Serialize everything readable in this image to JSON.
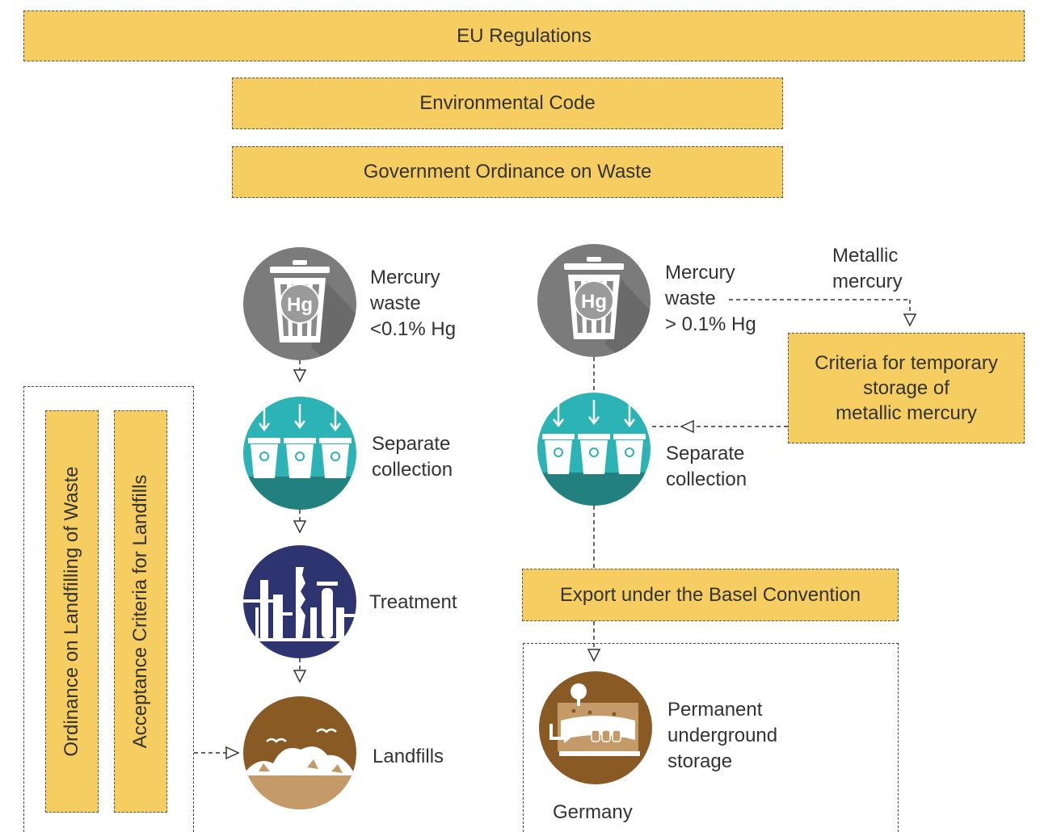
{
  "boxes": {
    "eu_regulations": "EU Regulations",
    "environmental_code": "Environmental Code",
    "government_ordinance": "Government Ordinance on Waste",
    "criteria_temporary_storage": "Criteria for temporary\nstorage of\nmetallic mercury",
    "export_basel": "Export under the Basel Convention",
    "ordinance_landfilling": "Ordinance on Landfilling of Waste",
    "acceptance_criteria": "Acceptance Criteria for Landfills"
  },
  "left_flow": {
    "waste_label": "Mercury\nwaste\n<0.1% Hg",
    "collection_label": "Separate\ncollection",
    "treatment_label": "Treatment",
    "landfills_label": "Landfills"
  },
  "right_flow": {
    "waste_label": "Mercury\nwaste\n> 0.1% Hg",
    "metallic_label": "Metallic\nmercury",
    "collection_label": "Separate\ncollection",
    "storage_label": "Permanent\nunderground\nstorage",
    "country_label": "Germany"
  },
  "icons": {
    "hg_symbol": "Hg",
    "bin_icon": "trash-bin-icon",
    "collection_icon": "recycling-bins-icon",
    "treatment_icon": "industrial-plant-icon",
    "landfill_icon": "landfill-icon",
    "storage_icon": "underground-storage-icon"
  },
  "colors": {
    "box_fill": "#f5cd61",
    "grey_circle": "#7b7b7b",
    "teal_circle": "#2bb3b5",
    "teal_dark": "#22817f",
    "navy_circle": "#2d3470",
    "brown_circle": "#8a5a25",
    "tan": "#c49a68"
  }
}
